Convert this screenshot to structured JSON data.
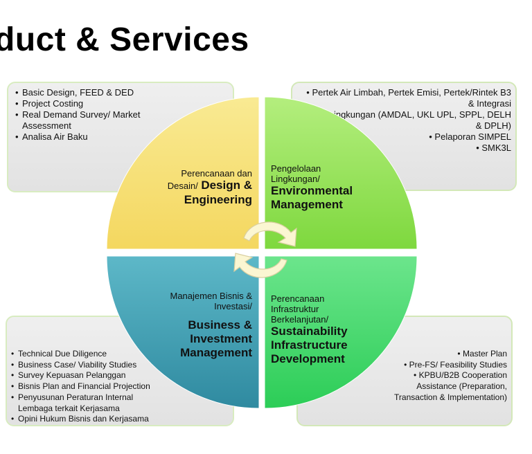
{
  "title": "duct & Services",
  "quadrants": {
    "top_left": {
      "label_line1": "Perencanaan dan",
      "label_line2_prefix": "Desain/",
      "label_big1": "Design &",
      "label_big2": "Engineering",
      "items": [
        "Basic Design, FEED & DED",
        "Project Costing",
        "Real Demand Survey/ Market Assessment",
        "Analisa Air Baku"
      ]
    },
    "top_right": {
      "label_small": "Pengelolaan Lingkungan/",
      "label_big": "Environmental Management",
      "items": [
        "Pertek Air Limbah, Pertek Emisi, Pertek/Rintek B3 & Integrasi",
        "Izin Lingkungan (AMDAL, UKL UPL, SPPL, DELH & DPLH)",
        "Pelaporan SIMPEL",
        "SMK3L"
      ]
    },
    "bottom_left": {
      "label_small": "Manajemen Bisnis & Investasi/",
      "label_big": "Business & Investment Management",
      "items": [
        "Technical Due Diligence",
        "Business Case/ Viability Studies",
        "Survey Kepuasan Pelanggan",
        "Bisnis Plan and Financial Projection",
        "Penyusunan Peraturan Internal Lembaga terkait Kerjasama",
        "Opini Hukum Bisnis dan Kerjasama"
      ]
    },
    "bottom_right": {
      "label_small": "Perencanaan Infrastruktur Berkelanjutan/",
      "label_big": "Sustainability Infrastructure Development",
      "items": [
        "Master Plan",
        "Pre-FS/ Feasibility Studies",
        "KPBU/B2B Cooperation Assistance (Preparation, Transaction & Implementation)"
      ]
    }
  },
  "colors": {
    "top_left": "#f7e07a",
    "top_right": "#92e35a",
    "bottom_left": "#3f9fb2",
    "bottom_right": "#3fd96b",
    "box": "#e8e8e8",
    "arrows": "#fbf6d2"
  },
  "icons": [
    "cycle-arrows-icon"
  ]
}
